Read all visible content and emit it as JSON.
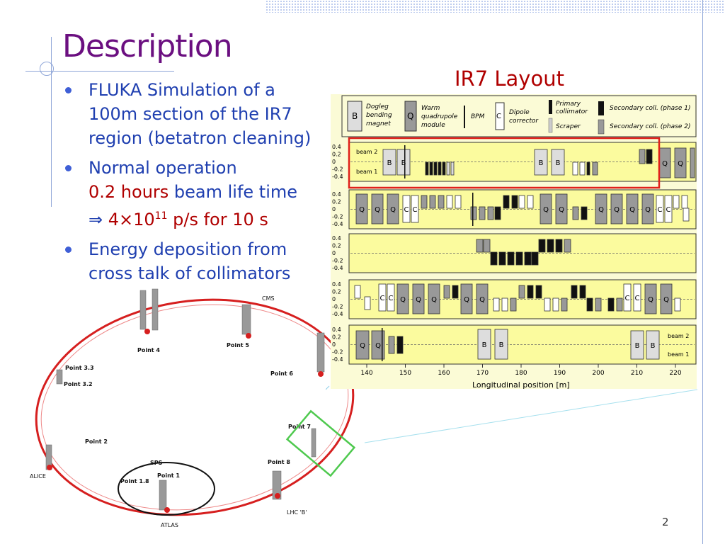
{
  "slide": {
    "title": "Description",
    "page_number": "2"
  },
  "bullets": {
    "b1": "FLUKA Simulation of a 100m section of the IR7 region (betatron cleaning)",
    "b2_line1": "Normal operation",
    "b2_hours": "0.2 hours",
    "b2_rest": " beam life time",
    "b2_arrow": "⇒ ",
    "b2_base": "4×10",
    "b2_exp": "11",
    "b2_tail": " p/s for 10 s",
    "b3": "Energy deposition from cross talk of collimators"
  },
  "layout": {
    "title": "IR7 Layout",
    "legend": {
      "dogleg_box": "B",
      "dogleg": [
        "Dogleg",
        "bending",
        "magnet"
      ],
      "quad_box": "Q",
      "quad": [
        "Warm",
        "quadrupole",
        "module"
      ],
      "bpm": "BPM",
      "corr_box": "C",
      "corr": [
        "Dipole",
        "corrector"
      ],
      "primary": [
        "Primary",
        "collimator"
      ],
      "scraper": "Scraper",
      "sec1": "Secondary coll. (phase 1)",
      "sec2": "Secondary coll. (phase 2)"
    },
    "y_ticks": [
      "0.4",
      "0.2",
      "0",
      "-0.2",
      "-0.4"
    ],
    "x_ticks": [
      "140",
      "150",
      "160",
      "170",
      "180",
      "190",
      "200",
      "210",
      "220"
    ],
    "xlabel": "Longitudinal position [m]",
    "beam2": "beam 2",
    "beam1": "beam 1",
    "row1_labels": [
      "B",
      "B",
      "B",
      "B",
      "Q",
      "Q"
    ],
    "row2_labels": [
      "Q",
      "Q",
      "Q",
      "C",
      "C",
      "Q",
      "Q",
      "Q",
      "Q",
      "Q",
      "Q",
      "C",
      "C"
    ],
    "row4_labels": [
      "C",
      "C",
      "Q",
      "Q",
      "Q",
      "Q",
      "Q",
      "C",
      "C",
      "Q",
      "Q"
    ],
    "row5_labels": [
      "Q",
      "Q",
      "B",
      "B",
      "B",
      "B"
    ]
  },
  "ring": {
    "points": [
      "Point 1",
      "Point 1.8",
      "Point 2",
      "Point 3.2",
      "Point 3.3",
      "Point 4",
      "Point 5",
      "Point 6",
      "Point 7",
      "Point 8"
    ],
    "labels": [
      "SPS",
      "ALICE",
      "ATLAS",
      "CMS",
      "LHC 'B'"
    ]
  },
  "colors": {
    "title": "#6b0f80",
    "bullet_text": "#1f3fb0",
    "highlight": "#b00000",
    "panel": "#fbfbd6",
    "ring": "#d61f1f",
    "zoom_box": "#4ec94e"
  }
}
